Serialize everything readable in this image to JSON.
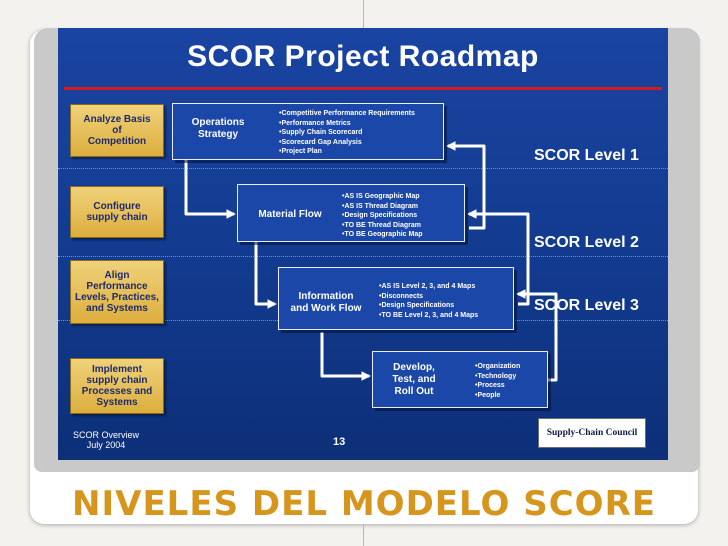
{
  "slide": {
    "title": "SCOR Project Roadmap",
    "left_boxes": [
      "Analyze Basis\nof\nCompetition",
      "Configure\nsupply chain",
      "Align\nPerformance\nLevels, Practices,\nand Systems",
      "Implement\nsupply chain\nProcesses and\nSystems"
    ],
    "process_boxes": [
      {
        "title": "Operations\nStrategy",
        "bullets": [
          "•Competitive Performance Requirements",
          "•Performance Metrics",
          "•Supply Chain Scorecard",
          "•Scorecard Gap Analysis",
          "•Project Plan"
        ]
      },
      {
        "title": "Material Flow",
        "bullets": [
          "•AS IS Geographic Map",
          "•AS IS Thread Diagram",
          "•Design Specifications",
          "•TO BE Thread Diagram",
          "•TO BE Geographic Map"
        ]
      },
      {
        "title": "Information\nand Work Flow",
        "bullets": [
          "•AS IS Level 2, 3, and 4 Maps",
          "•Disconnects",
          "•Design Specifications",
          "•TO BE Level 2, 3, and 4 Maps"
        ]
      },
      {
        "title": "Develop,\nTest, and\nRoll Out",
        "bullets": [
          "•Organization",
          "•Technology",
          "•Process",
          "•People"
        ]
      }
    ],
    "levels": [
      "SCOR Level 1",
      "SCOR Level 2",
      "SCOR Level 3"
    ],
    "footer": "SCOR Overview\nJuly 2004",
    "page_number": "13",
    "logo_text": "Supply-Chain Council"
  },
  "caption": "NIVELES DEL MODELO SCORE",
  "colors": {
    "slide_blue": "#1a44a2",
    "title_red_line": "#d41a1a",
    "gold_box": "#dcae3e",
    "caption_orange": "#d6951c"
  }
}
